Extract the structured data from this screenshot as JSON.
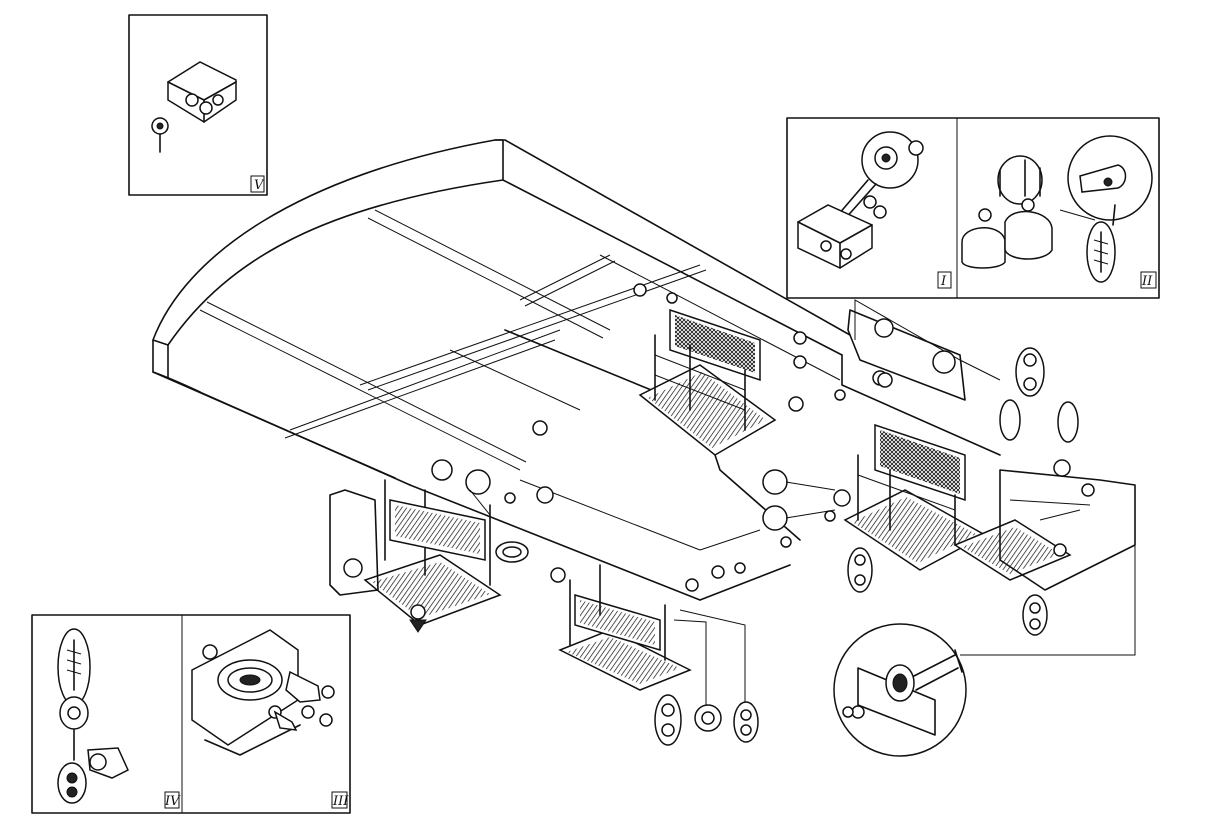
{
  "diagram": {
    "type": "exploded-assembly-drawing",
    "line_color": "#111111",
    "background": "#ffffff",
    "insets": [
      {
        "id": "inset-v",
        "label": "V"
      },
      {
        "id": "inset-i",
        "label": "I"
      },
      {
        "id": "inset-ii",
        "label": "II"
      },
      {
        "id": "inset-iv",
        "label": "IV"
      },
      {
        "id": "inset-iii",
        "label": "III"
      }
    ]
  }
}
